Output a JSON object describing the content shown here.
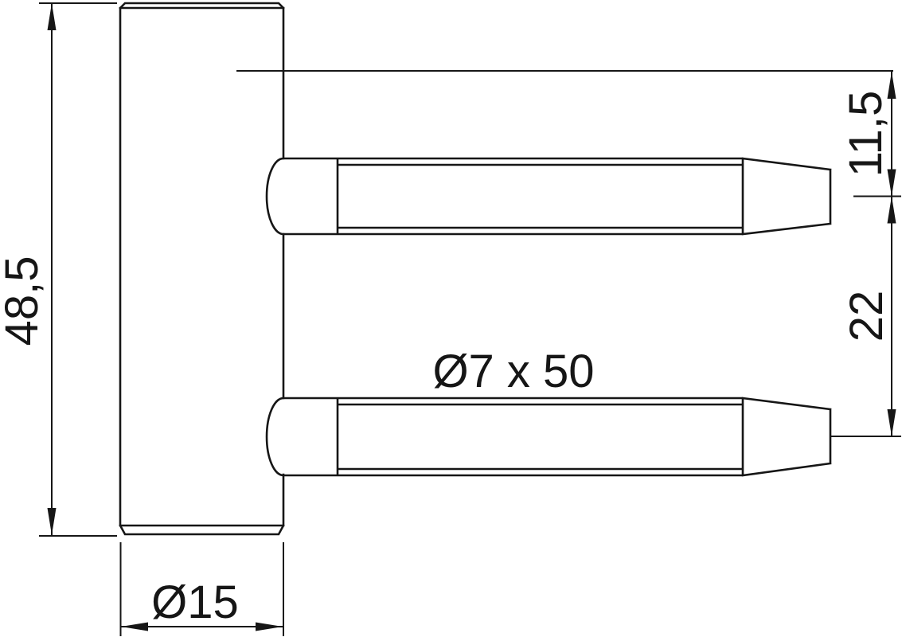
{
  "drawing": {
    "background_color": "#ffffff",
    "line_color": "#161616",
    "labels": {
      "overall_height": "48,5",
      "barrel_diameter": "Ø15",
      "pin_spec": "Ø7 x 50",
      "pin_offset": "11,5",
      "pin_spacing": "22"
    },
    "values_mm": {
      "overall_height": 48.5,
      "barrel_diameter": 15,
      "pin_diameter": 7,
      "pin_length": 50,
      "pin_offset": 11.5,
      "pin_spacing": 22
    }
  }
}
